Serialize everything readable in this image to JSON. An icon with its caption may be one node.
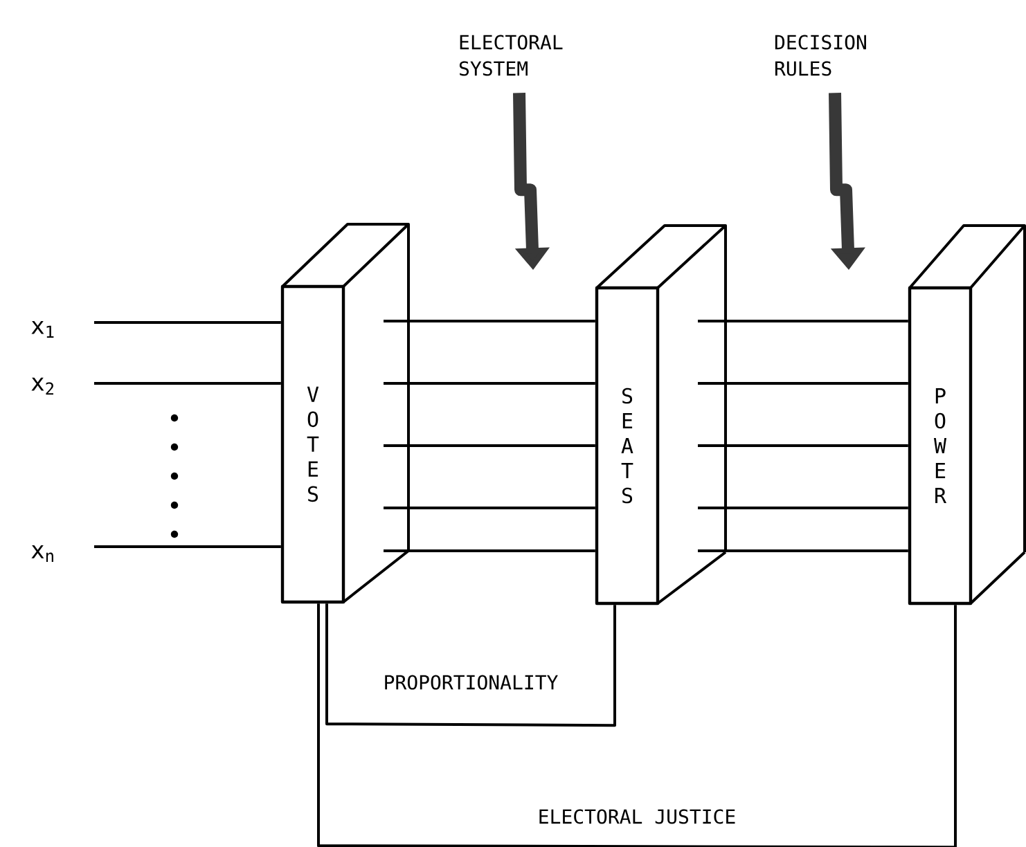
{
  "diagram": {
    "nodes": [
      {
        "text": [
          "x$_{1}$"
        ]
      },
      {
        "text": [
          "x$_{2}$"
        ]
      },
      {
        "text": [
          "x$_{n}$"
        ]
      },
      {
        "text": [
          "VOTES"
        ]
      },
      {
        "text": [
          "SEATS"
        ]
      },
      {
        "text": [
          "POWER"
        ]
      },
      {
        "text": [
          "ELECTORAL SYSTEM"
        ]
      },
      {
        "text": [
          "DECISION RULES"
        ]
      }
    ],
    "edges": [
      {
        "from": 0,
        "to": 3,
        "arrow": "none"
      },
      {
        "from": 1,
        "to": 3,
        "arrow": "none"
      },
      {
        "from": 2,
        "to": 3,
        "arrow": "none"
      },
      {
        "from": 3,
        "to": 4,
        "arrow": "none"
      },
      {
        "from": 3,
        "to": 4,
        "arrow": "none"
      },
      {
        "from": 3,
        "to": 4,
        "arrow": "none"
      },
      {
        "from": 3,
        "to": 4,
        "arrow": "none"
      },
      {
        "from": 3,
        "to": 4,
        "arrow": "none"
      },
      {
        "from": 4,
        "to": 5,
        "arrow": "none"
      },
      {
        "from": 4,
        "to": 5,
        "arrow": "none"
      },
      {
        "from": 4,
        "to": 5,
        "arrow": "none"
      },
      {
        "from": 4,
        "to": 5,
        "arrow": "none"
      },
      {
        "from": 4,
        "to": 5,
        "arrow": "none"
      },
      {
        "from": 3,
        "to": 4,
        "arrow": "none",
        "label": "PROPORTIONALITY"
      },
      {
        "from": 3,
        "to": 5,
        "arrow": "none",
        "label": "ELECTORAL JUSTICE"
      },
      {
        "from": 6,
        "to": null,
        "arrow": "to",
        "style": "thick",
        "color": "#383838"
      },
      {
        "from": 7,
        "to": null,
        "arrow": "to",
        "style": "thick",
        "color": "#383838"
      }
    ]
  }
}
